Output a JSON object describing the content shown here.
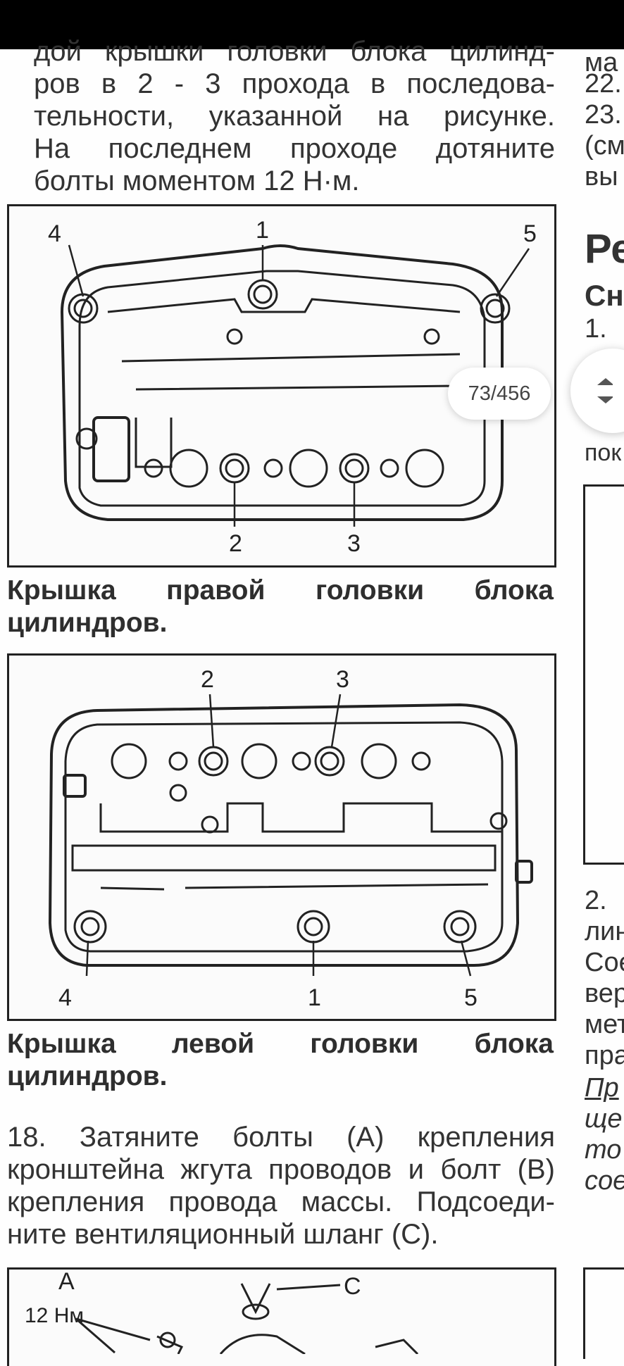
{
  "viewer": {
    "page_indicator": "73/456",
    "scroll_icon": "up-down-chevron-icon"
  },
  "left": {
    "para_top": [
      "дой крышки головки блока цилинд-",
      "ров в 2 - 3 прохода в последова-",
      "тельности, указанной на рисунке.",
      "На последнем проходе дотяните",
      "болты моментом 12 Н·м."
    ],
    "fig1_labels": [
      "1",
      "2",
      "3",
      "4",
      "5"
    ],
    "caption1": [
      "Крышка правой головки блока",
      "цилиндров."
    ],
    "fig2_labels": [
      "1",
      "2",
      "3",
      "4",
      "5"
    ],
    "caption2": [
      "Крышка левой головки блока",
      "цилиндров."
    ],
    "para18": [
      "18. Затяните болты (А) крепления",
      "кронштейна жгута проводов и болт (В)",
      "крепления провода массы. Подсоеди-",
      "ните вентиляционный шланг (С)."
    ],
    "fig3_labels": {
      "a": "A",
      "torque": "12 Нм",
      "c": "C"
    }
  },
  "right": {
    "top_lines": [
      "ма",
      "22.",
      "23.",
      "(см",
      "вы"
    ],
    "heading_big": "Ре",
    "heading_sub": "Сн",
    "item1": "1.",
    "line_after": "пок",
    "item2_lines": [
      "2.",
      "лин",
      "Сое",
      "вер",
      "мет",
      "пра"
    ],
    "italic_lines": [
      "Пр",
      "ще",
      "то",
      "сое"
    ]
  }
}
